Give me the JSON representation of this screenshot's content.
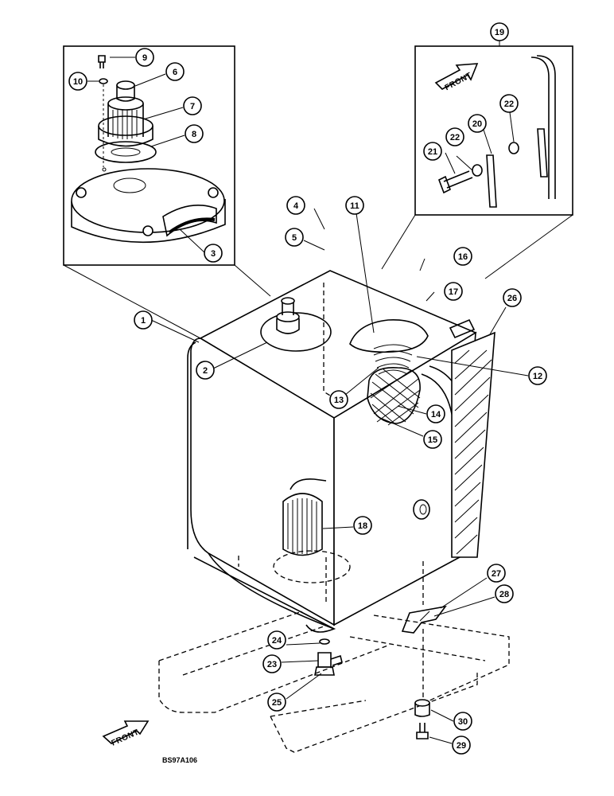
{
  "drawing_code": "BS97A106",
  "front_label": "FRONT",
  "front_label_inset": "FRONT",
  "callouts": [
    {
      "id": "1",
      "label": "1"
    },
    {
      "id": "2",
      "label": "2"
    },
    {
      "id": "3",
      "label": "3"
    },
    {
      "id": "4",
      "label": "4"
    },
    {
      "id": "5",
      "label": "5"
    },
    {
      "id": "6",
      "label": "6"
    },
    {
      "id": "7",
      "label": "7"
    },
    {
      "id": "8",
      "label": "8"
    },
    {
      "id": "9",
      "label": "9"
    },
    {
      "id": "10",
      "label": "10"
    },
    {
      "id": "11",
      "label": "11"
    },
    {
      "id": "12",
      "label": "12"
    },
    {
      "id": "13",
      "label": "13"
    },
    {
      "id": "14",
      "label": "14"
    },
    {
      "id": "15",
      "label": "15"
    },
    {
      "id": "16",
      "label": "16"
    },
    {
      "id": "17",
      "label": "17"
    },
    {
      "id": "18",
      "label": "18"
    },
    {
      "id": "19",
      "label": "19"
    },
    {
      "id": "20",
      "label": "20"
    },
    {
      "id": "21",
      "label": "21"
    },
    {
      "id": "22a",
      "label": "22"
    },
    {
      "id": "22b",
      "label": "22"
    },
    {
      "id": "23",
      "label": "23"
    },
    {
      "id": "24",
      "label": "24"
    },
    {
      "id": "25",
      "label": "25"
    },
    {
      "id": "26",
      "label": "26"
    },
    {
      "id": "27",
      "label": "27"
    },
    {
      "id": "28",
      "label": "28"
    },
    {
      "id": "29",
      "label": "29"
    },
    {
      "id": "30",
      "label": "30"
    }
  ]
}
